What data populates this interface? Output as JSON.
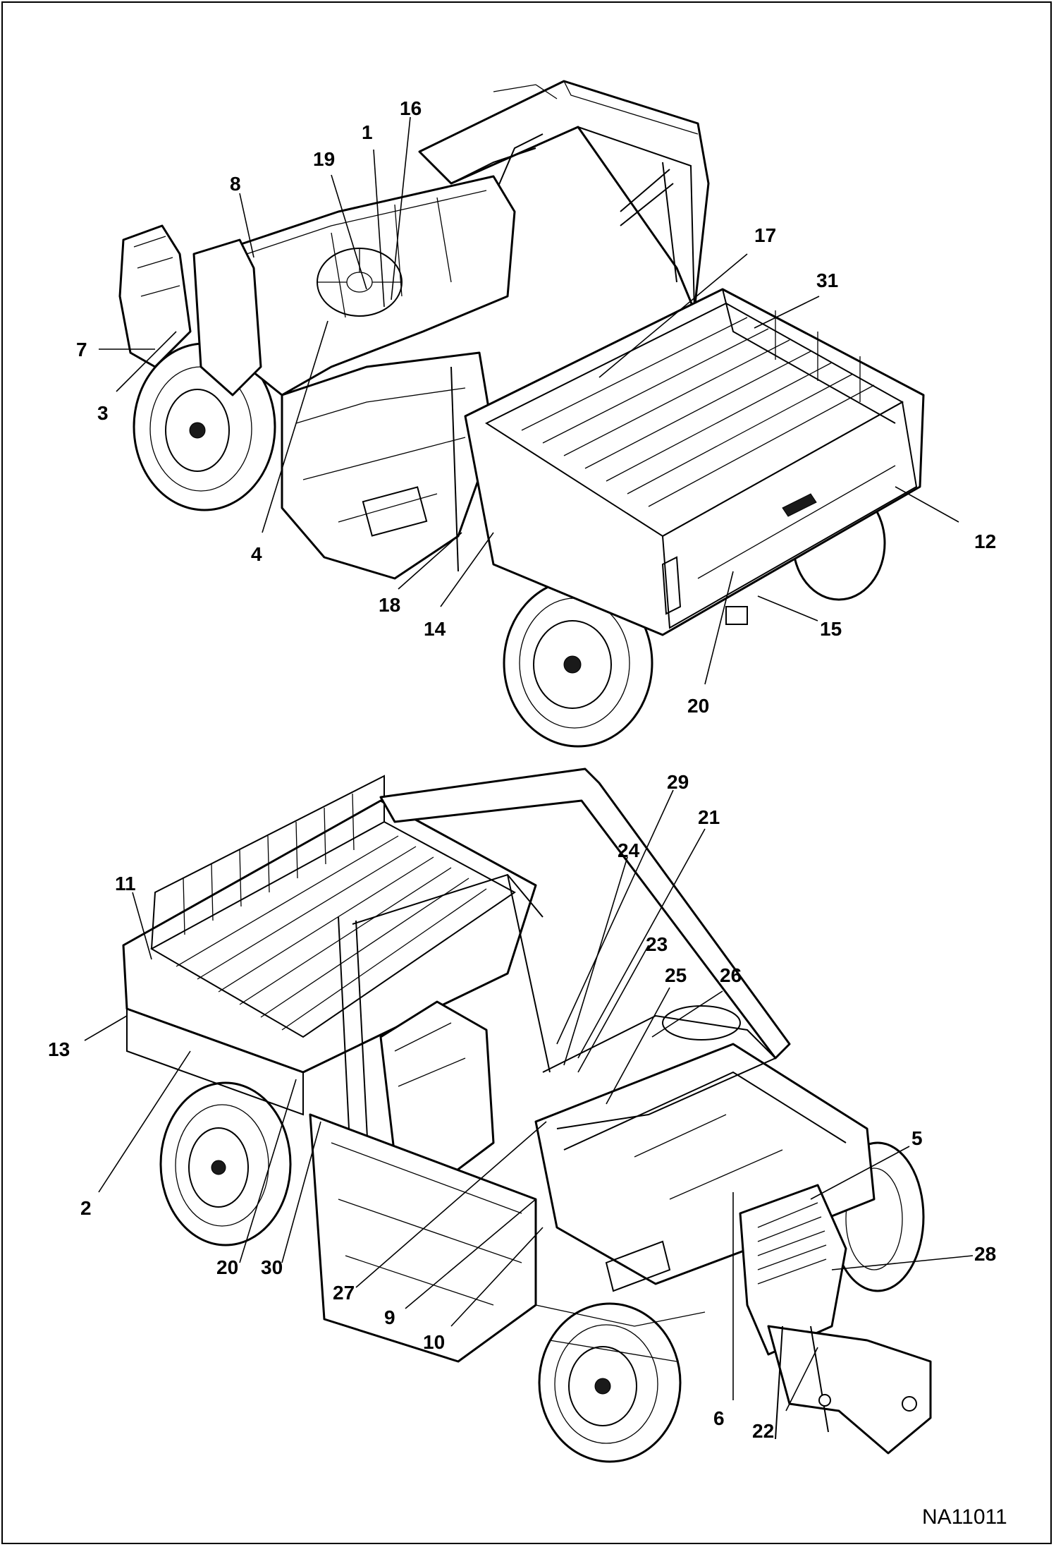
{
  "figure_id": "NA11011",
  "top_view_callouts": [
    "1",
    "16",
    "19",
    "8",
    "17",
    "31",
    "7",
    "3",
    "12",
    "4",
    "18",
    "14",
    "15",
    "20"
  ],
  "bottom_view_callouts": [
    "29",
    "21",
    "24",
    "11",
    "23",
    "25",
    "26",
    "13",
    "5",
    "2",
    "28",
    "20",
    "30",
    "27",
    "9",
    "10",
    "6",
    "22"
  ],
  "labels": {
    "t1": "1",
    "t16": "16",
    "t19": "19",
    "t8": "8",
    "t17": "17",
    "t31": "31",
    "t7": "7",
    "t3": "3",
    "t12": "12",
    "t4": "4",
    "t18": "18",
    "t14": "14",
    "t15": "15",
    "t20": "20",
    "b29": "29",
    "b21": "21",
    "b24": "24",
    "b11": "11",
    "b23": "23",
    "b25": "25",
    "b26": "26",
    "b13": "13",
    "b5": "5",
    "b2": "2",
    "b28": "28",
    "b20": "20",
    "b30": "30",
    "b27": "27",
    "b9": "9",
    "b10": "10",
    "b6": "6",
    "b22": "22"
  }
}
